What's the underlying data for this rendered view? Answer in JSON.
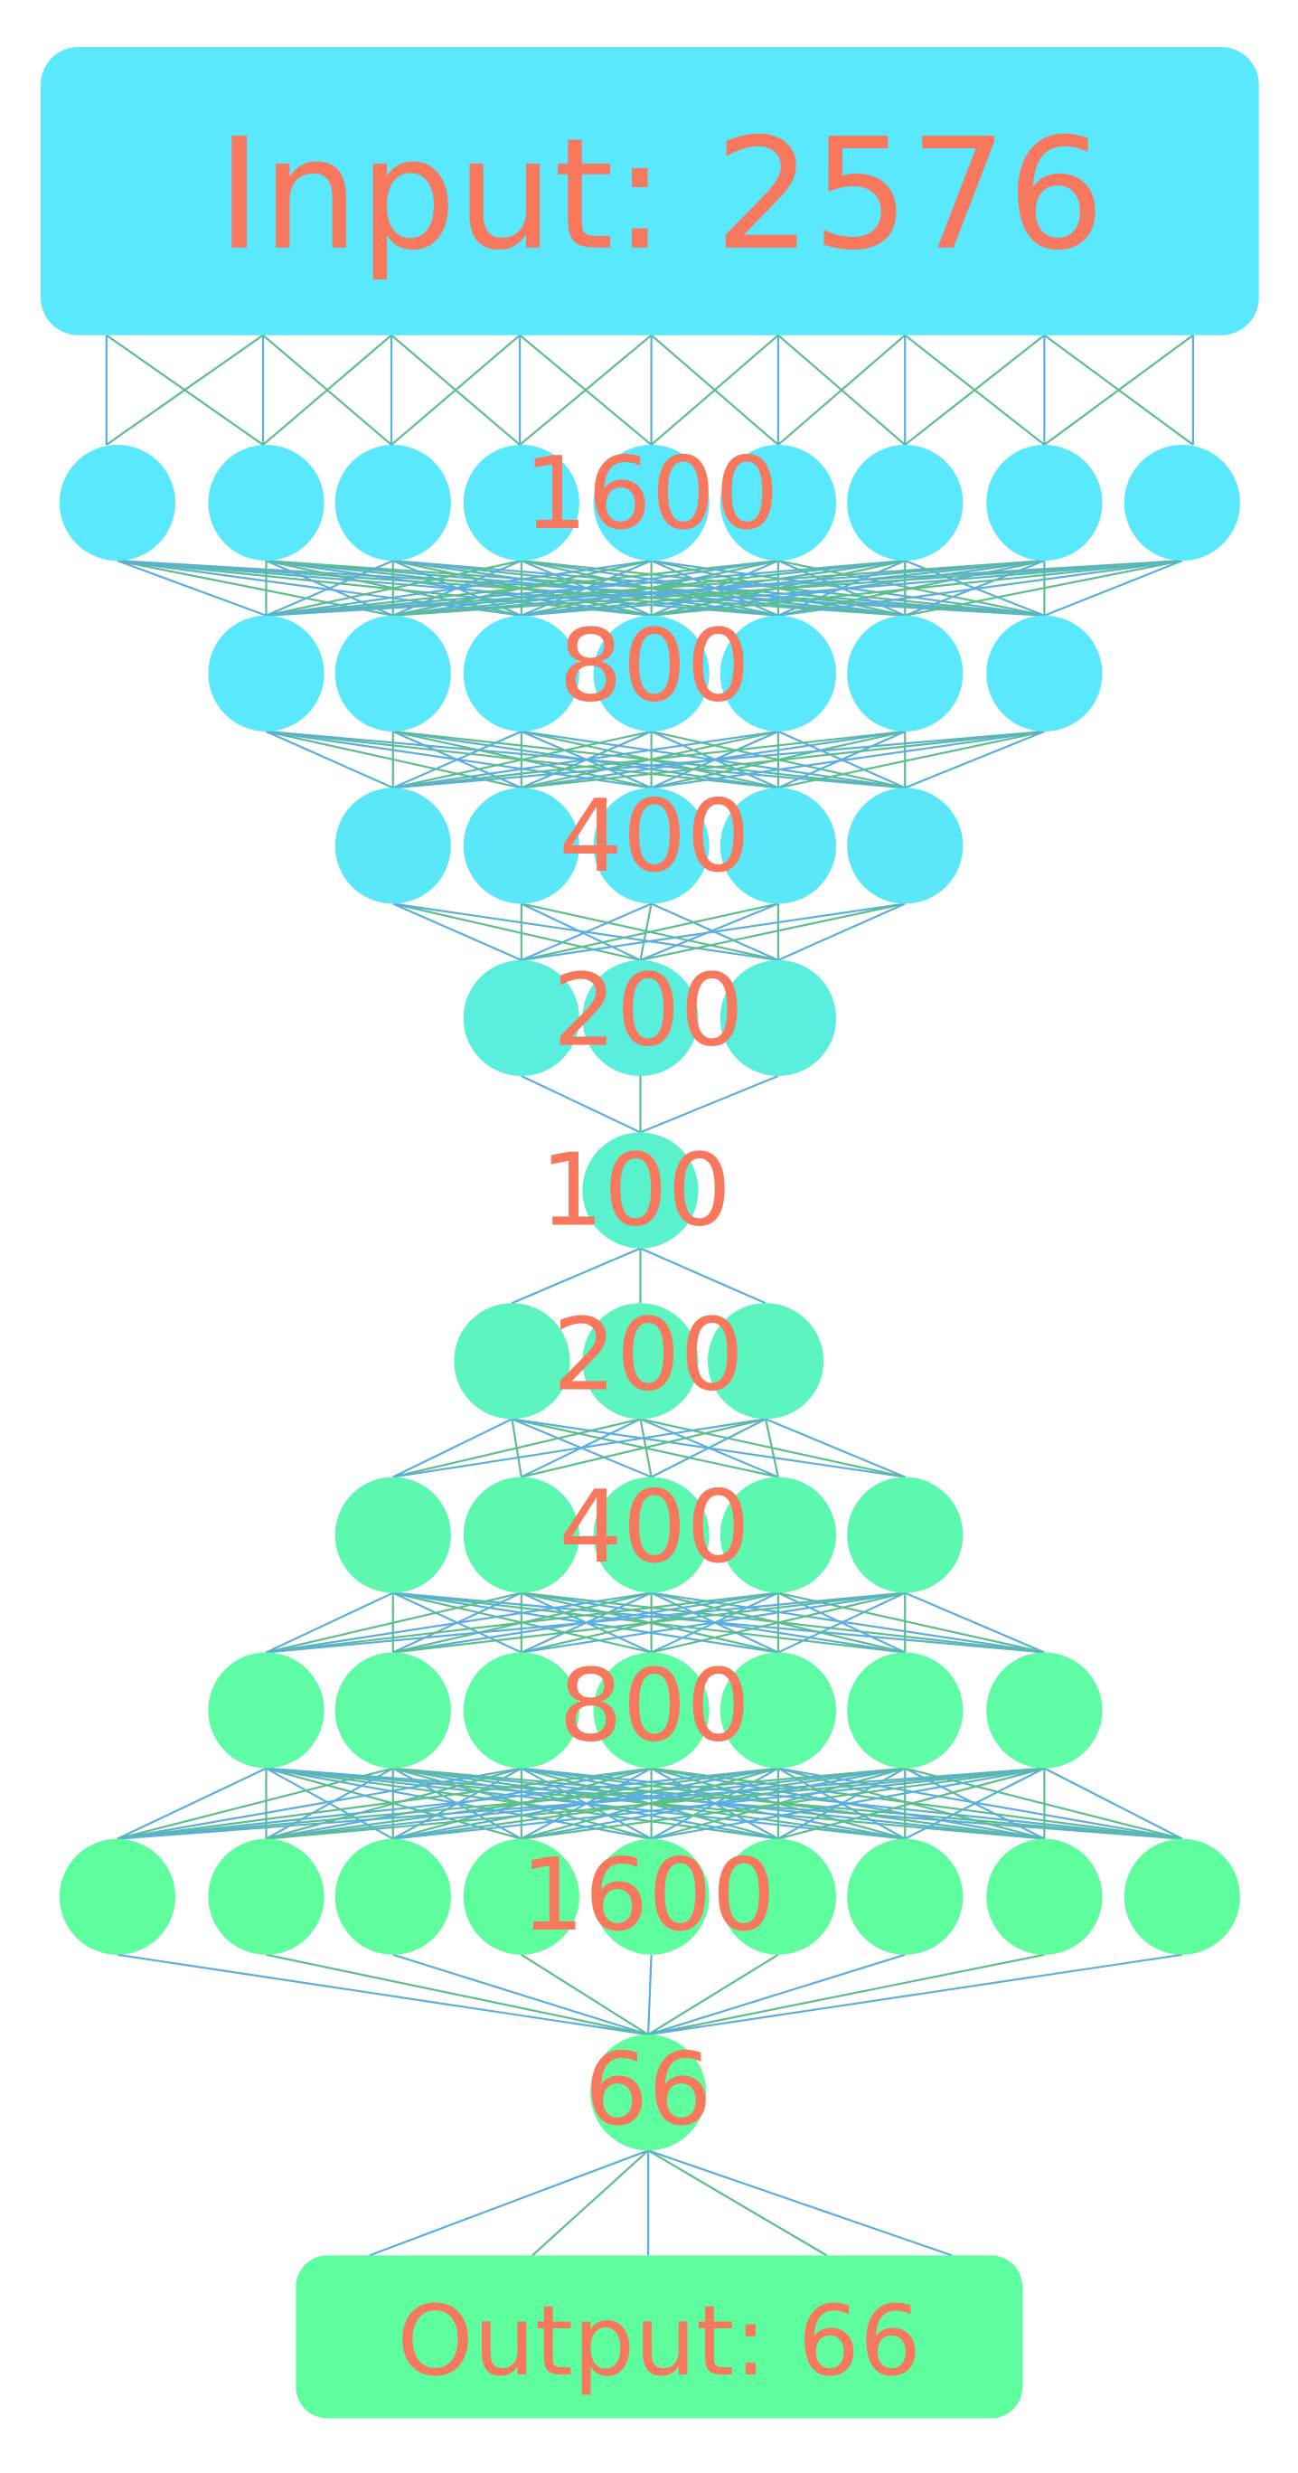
{
  "input_box": {
    "label": "Input: 2576",
    "color": "#5ae8fe"
  },
  "output_box": {
    "label": "Output: 66",
    "color": "#5efe9f"
  },
  "text_color": "#f7785d",
  "edge_colors": [
    "#5aaee0",
    "#5bbf8c"
  ],
  "layers": [
    {
      "label": "1600",
      "color": "#5ae8fe"
    },
    {
      "label": "800",
      "color": "#5ae8fe"
    },
    {
      "label": "400",
      "color": "#5ae8f8"
    },
    {
      "label": "200",
      "color": "#5aeedd"
    },
    {
      "label": "100",
      "color": "#5af2cc"
    },
    {
      "label": "200",
      "color": "#5cf5bd"
    },
    {
      "label": "400",
      "color": "#5df8b0"
    },
    {
      "label": "800",
      "color": "#5efca4"
    },
    {
      "label": "1600",
      "color": "#5efe9f"
    },
    {
      "label": "66",
      "color": "#5efe9f"
    }
  ]
}
